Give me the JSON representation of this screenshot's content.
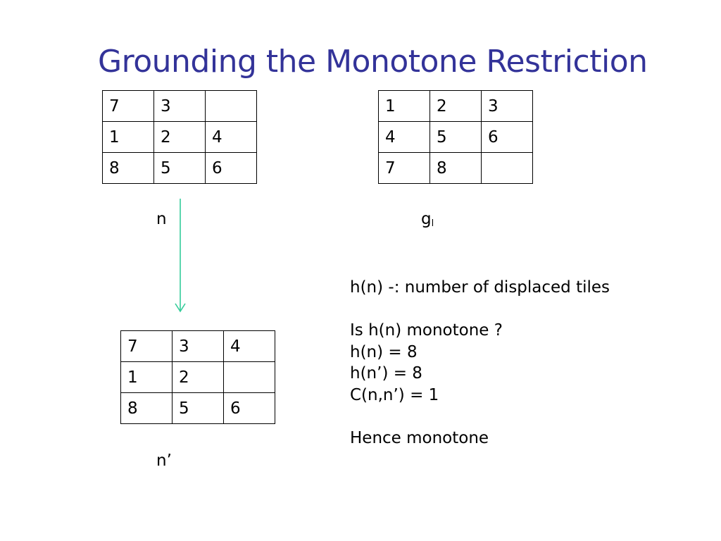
{
  "title": "Grounding the Monotone Restriction",
  "grid_n": [
    [
      "7",
      "3",
      ""
    ],
    [
      "1",
      "2",
      "4"
    ],
    [
      "8",
      "5",
      "6"
    ]
  ],
  "grid_goal": [
    [
      "1",
      "2",
      "3"
    ],
    [
      "4",
      "5",
      "6"
    ],
    [
      "7",
      "8",
      ""
    ]
  ],
  "grid_n_prime": [
    [
      "7",
      "3",
      "4"
    ],
    [
      "1",
      "2",
      ""
    ],
    [
      "8",
      "5",
      "6"
    ]
  ],
  "labels": {
    "n": "n",
    "goal_base": "g",
    "goal_sub": "l",
    "n_prime": "n’"
  },
  "notes": [
    "h(n) -: number of displaced tiles",
    "",
    "Is h(n) monotone ?",
    "h(n)  = 8",
    "h(n’) = 8",
    "C(n,n’) = 1",
    "",
    "Hence monotone"
  ],
  "colors": {
    "title": "#333399",
    "arrow": "#33cc99"
  }
}
